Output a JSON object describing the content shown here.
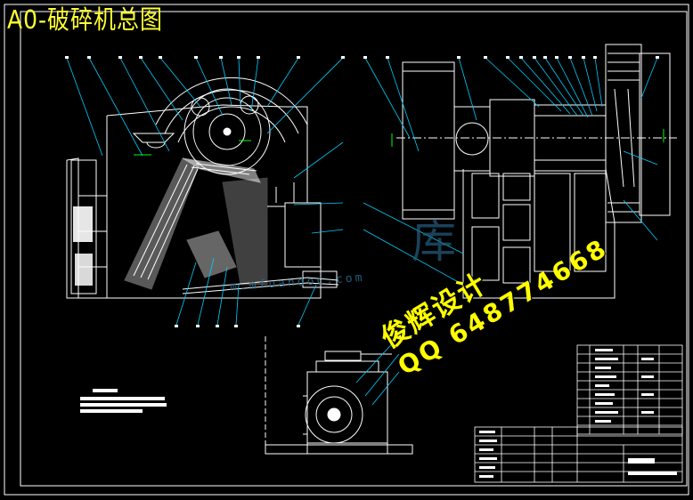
{
  "drawing": {
    "title": "A0-破碎机总图",
    "watermark_line1": "俊辉设计",
    "watermark_line2": "QQ 648774668",
    "site_watermark": "m.mfuandoc.com",
    "watermark_glyph": "库"
  },
  "colors": {
    "background": "#000000",
    "line": "#ffffff",
    "leader": "#00ffff",
    "title": "#ffff33",
    "watermark": "#ffff00",
    "dimension": "#00ff00"
  }
}
